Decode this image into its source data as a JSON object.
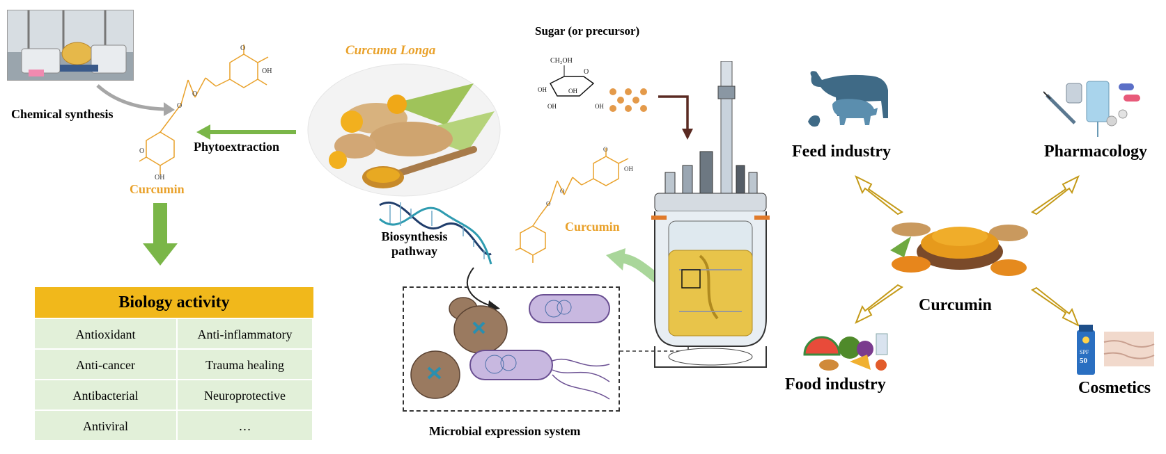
{
  "left": {
    "chemical_synthesis": "Chemical synthesis",
    "phytoextraction": "Phytoextraction",
    "curcumin": "Curcumin",
    "molecule_labels": {
      "oh": "OH",
      "o": "O",
      "ome": "O"
    }
  },
  "plant": {
    "name": "Curcuma Longa"
  },
  "biology_activity": {
    "title": "Biology activity",
    "items": [
      "Antioxidant",
      "Anti-inflammatory",
      "Anti-cancer",
      "Trauma healing",
      "Antibacterial",
      "Neuroprotective",
      "Antiviral",
      "…"
    ]
  },
  "middle": {
    "sugar": "Sugar (or precursor)",
    "biosynthesis_line1": "Biosynthesis",
    "biosynthesis_line2": "pathway",
    "curcumin": "Curcumin",
    "microbial": "Microbial expression system",
    "glucose_labels": {
      "ch2oh": "CH₂OH",
      "oh": "OH",
      "o": "O"
    }
  },
  "applications": {
    "feed": "Feed industry",
    "pharmacology": "Pharmacology",
    "food": "Food industry",
    "cosmetics": "Cosmetics",
    "curcumin": "Curcumin",
    "spf": "SPF",
    "spf_value": "50"
  },
  "colors": {
    "orange": "#e9a12a",
    "green_arrow": "#7ab648",
    "gold_arrow": "#c49a18",
    "dark_arrow": "#5a2a22",
    "table_header": "#f1b81b",
    "table_cell": "#e2f0d9"
  }
}
